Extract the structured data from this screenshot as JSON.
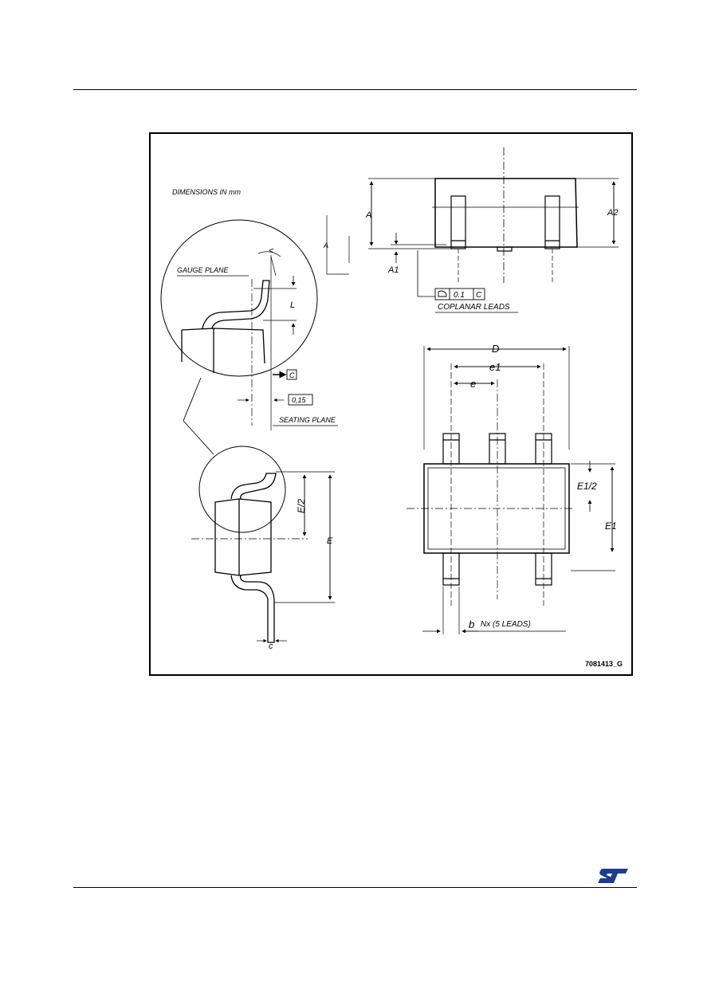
{
  "drawing": {
    "dimensions_note": "DIMENSIONS IN mm",
    "gauge_plane": "GAUGE PLANE",
    "seating_plane": "SEATING PLANE",
    "coplanar_leads": "COPLANAR LEADS",
    "flatness_value": "0.1",
    "datum_c": "C",
    "gauge_value": "0,15",
    "angle_symbol": "<",
    "labels": {
      "A": "A",
      "A1": "A1",
      "A2": "A2",
      "L": "L",
      "D": "D",
      "e1": "e1",
      "e": "e",
      "E": "E",
      "E_half": "E/2",
      "E1": "E1",
      "E1_half": "E1/2",
      "c": "c",
      "b": "b"
    },
    "lead_note": "Nx (5 LEADS)",
    "drawing_code": "7081413_G"
  },
  "colors": {
    "line": "#000000",
    "background": "#ffffff"
  },
  "logo": "st-logo-icon"
}
